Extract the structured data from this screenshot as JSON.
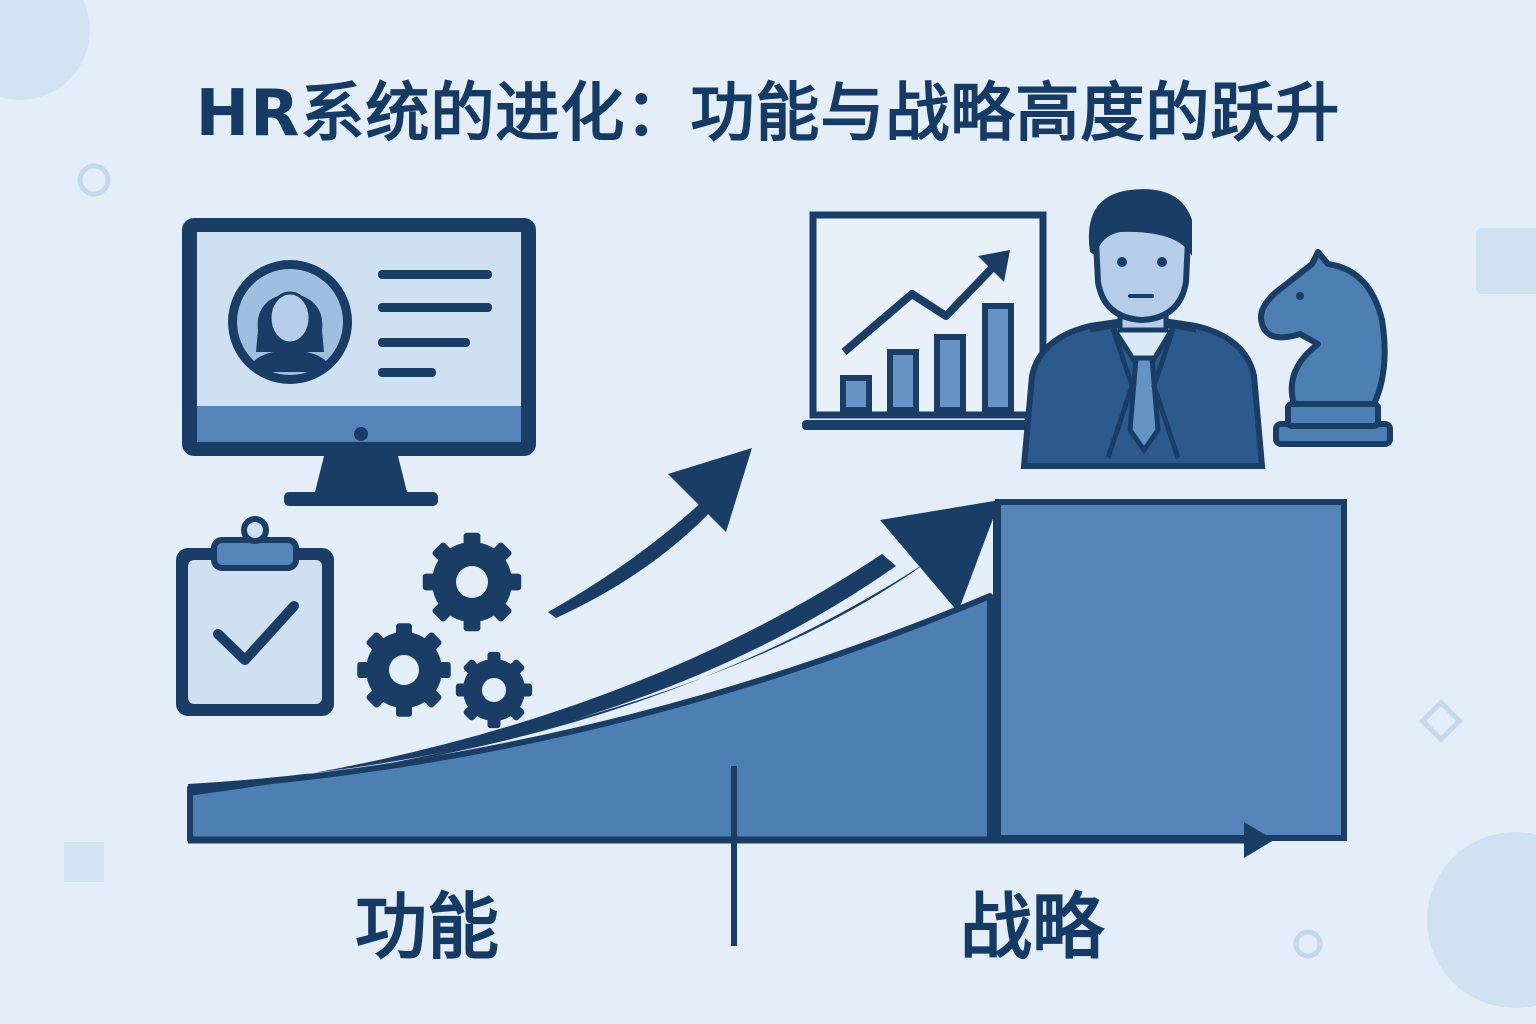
{
  "title": "HR系统的进化：功能与战略高度的跃升",
  "stages": {
    "function_label": "功能",
    "strategy_label": "战略"
  },
  "colors": {
    "background": "#e3eef8",
    "dark_navy": "#1a3d66",
    "mid_blue": "#4d7fb3",
    "light_blue": "#b5cde8",
    "pale_blue": "#cfe0f1"
  },
  "icons": [
    "monitor-profile-icon",
    "clipboard-check-icon",
    "gears-icon",
    "growth-arrow-icon",
    "bar-chart-board-icon",
    "businessman-icon",
    "chess-knight-icon"
  ]
}
